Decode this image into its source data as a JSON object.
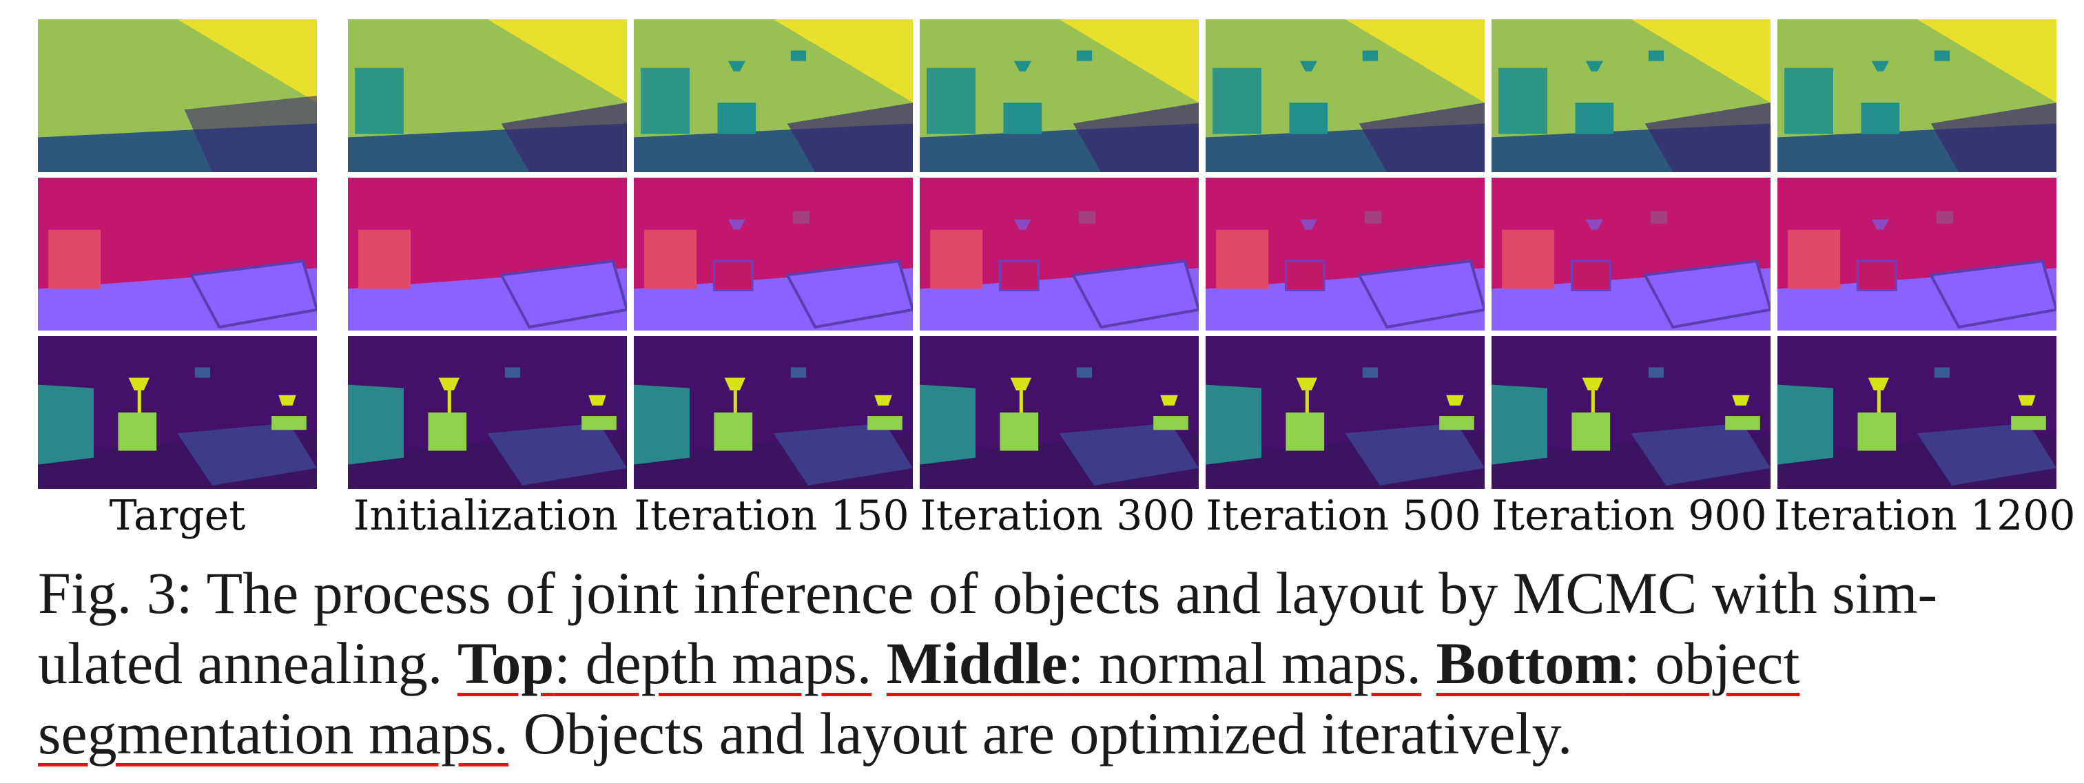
{
  "columns": [
    {
      "label": "Target"
    },
    {
      "label": "Initialization"
    },
    {
      "label": "Iteration 150"
    },
    {
      "label": "Iteration 300"
    },
    {
      "label": "Iteration 500"
    },
    {
      "label": "Iteration 900"
    },
    {
      "label": "Iteration 1200"
    }
  ],
  "rows": [
    "depth",
    "normal",
    "segmentation"
  ],
  "caption": {
    "prefix": "Fig. 3: The process of joint inference of objects and layout by MCMC with sim-ulated annealing. ",
    "top_bold": "Top",
    "top_text": ": depth maps.",
    "middle_bold": "Middle",
    "middle_text": ": normal maps.",
    "bottom_bold": "Bottom",
    "bottom_text": ": object segmentation maps.",
    "suffix": " Objects and layout are optimized iteratively."
  },
  "colors": {
    "underline": "#e0141b",
    "depth_far": "#fde725",
    "depth_mid": "#21908d",
    "depth_near": "#3b2a6e",
    "normal_wall": "#c2176e",
    "normal_floor": "#8a62ff",
    "seg_bg": "#44106a",
    "seg_lamp": "#d8e219",
    "seg_nightstand": "#8fd14a",
    "seg_dresser": "#28888a"
  }
}
